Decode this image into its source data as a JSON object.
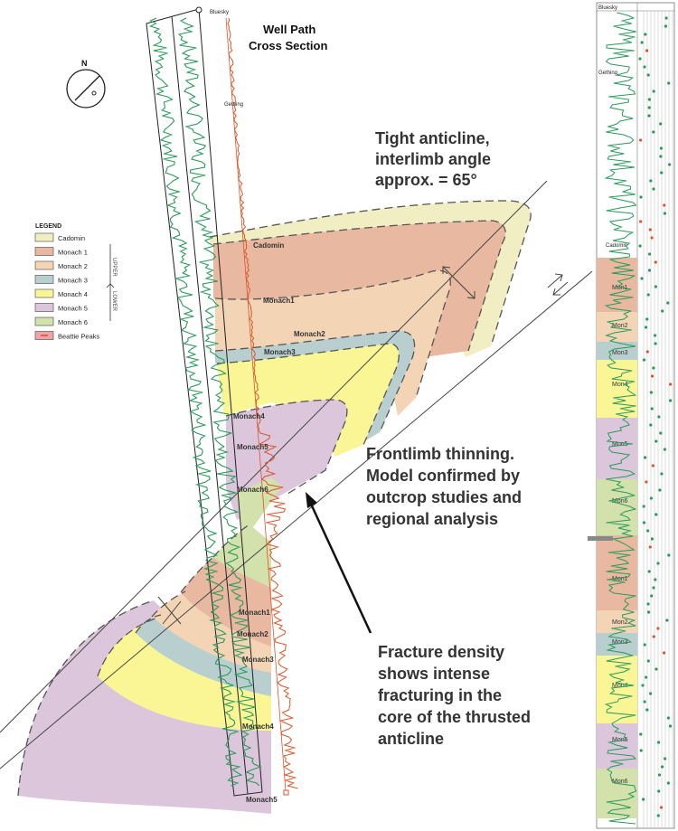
{
  "title": {
    "line1": "Well Path",
    "line2": "Cross Section"
  },
  "compass": {
    "north": "N"
  },
  "annotations": {
    "anticline": [
      "Tight anticline,",
      "interlimb angle",
      "approx. = 65°"
    ],
    "thinning": [
      "Frontlimb thinning.",
      "Model confirmed by",
      "outcrop studies and",
      "regional analysis"
    ],
    "fracture": [
      "Fracture density",
      "shows intense",
      "fracturing in the",
      "core of the thrusted",
      "anticline"
    ]
  },
  "legend": {
    "title": "LEGEND",
    "items": [
      {
        "label": "Cadomin",
        "color": "#f2eec4"
      },
      {
        "label": "Monach 1",
        "color": "#e8b9a0"
      },
      {
        "label": "Monach 2",
        "color": "#f3d5b5"
      },
      {
        "label": "Monach 3",
        "color": "#b9cfcf"
      },
      {
        "label": "Monach 4",
        "color": "#faf696"
      },
      {
        "label": "Monach 5",
        "color": "#dcc6dc"
      },
      {
        "label": "Monach 6",
        "color": "#d3e1ad"
      },
      {
        "label": "Beattie Peaks",
        "color": "#f0a4a4"
      }
    ],
    "upper": "UPPER",
    "lower": "LOWER"
  },
  "cross_section_labels": {
    "cadomin": "Cadomin",
    "monach1_upper": "Monach1",
    "monach2_upper": "Monach2",
    "monach3_upper": "Monach3",
    "monach4_upper": "Monach4",
    "monach5_upper": "Monach5",
    "monach6": "Monach6",
    "monach1_lower": "Monach1",
    "monach2_lower": "Monach2",
    "monach3_lower": "Monach3",
    "monach4_lower": "Monach4",
    "monach5_lower": "Monach5",
    "bluesky": "Bluesky",
    "gething": "Gething"
  },
  "right_log": {
    "top_labels": [
      "Bluesky",
      "Gething",
      "Cadomin"
    ],
    "units": [
      {
        "label": "Mon1",
        "color": "#e8b9a0"
      },
      {
        "label": "Mon2",
        "color": "#f3d5b5"
      },
      {
        "label": "Mon3",
        "color": "#b9cfcf"
      },
      {
        "label": "Mon4",
        "color": "#faf696"
      },
      {
        "label": "Mon5",
        "color": "#dcc6dc"
      },
      {
        "label": "Mon6",
        "color": "#d3e1ad"
      },
      {
        "label": "Mon1",
        "color": "#e8b9a0"
      },
      {
        "label": "Mon2",
        "color": "#f3d5b5"
      },
      {
        "label": "Mon3",
        "color": "#b9cfcf"
      },
      {
        "label": "Mon4",
        "color": "#faf696"
      },
      {
        "label": "Mon5",
        "color": "#dcc6dc"
      },
      {
        "label": "Mon6",
        "color": "#d3e1ad"
      }
    ]
  },
  "colors": {
    "gamma_log": "#2a9a5a",
    "orange_log": "#d9562a",
    "fold_line": "#444444"
  }
}
